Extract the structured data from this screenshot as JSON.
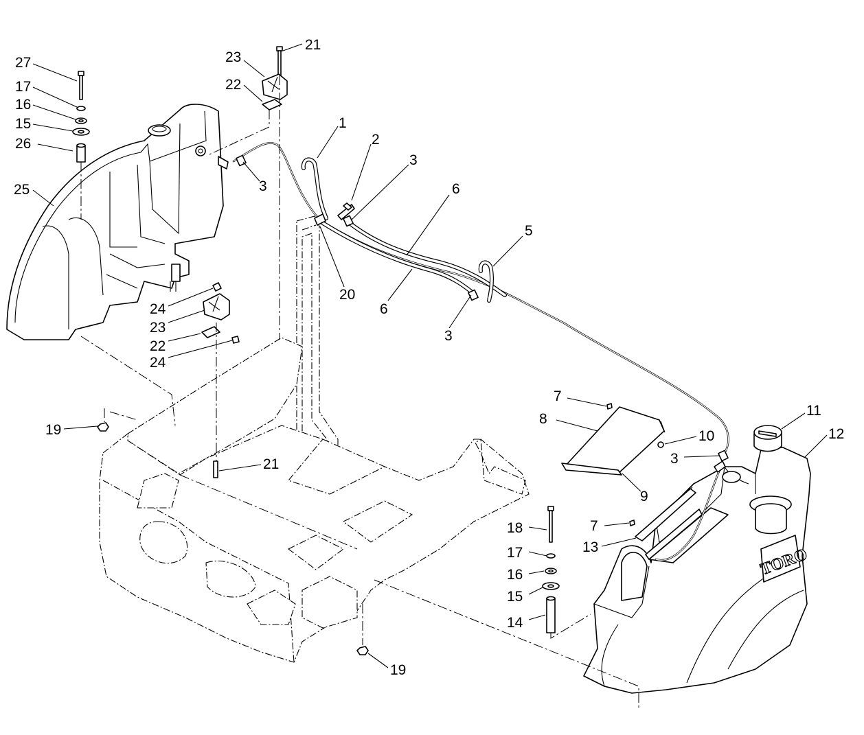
{
  "logo": {
    "text": "TORO"
  },
  "callouts": [
    {
      "id": "c1",
      "label": "1"
    },
    {
      "id": "c2",
      "label": "2"
    },
    {
      "id": "c3a",
      "label": "3"
    },
    {
      "id": "c3b",
      "label": "3"
    },
    {
      "id": "c3c",
      "label": "3"
    },
    {
      "id": "c3d",
      "label": "3"
    },
    {
      "id": "c5",
      "label": "5"
    },
    {
      "id": "c6a",
      "label": "6"
    },
    {
      "id": "c6b",
      "label": "6"
    },
    {
      "id": "c7a",
      "label": "7"
    },
    {
      "id": "c7b",
      "label": "7"
    },
    {
      "id": "c8",
      "label": "8"
    },
    {
      "id": "c9",
      "label": "9"
    },
    {
      "id": "c10",
      "label": "10"
    },
    {
      "id": "c11",
      "label": "11"
    },
    {
      "id": "c12",
      "label": "12"
    },
    {
      "id": "c13",
      "label": "13"
    },
    {
      "id": "c14",
      "label": "14"
    },
    {
      "id": "c15a",
      "label": "15"
    },
    {
      "id": "c15b",
      "label": "15"
    },
    {
      "id": "c16a",
      "label": "16"
    },
    {
      "id": "c16b",
      "label": "16"
    },
    {
      "id": "c17a",
      "label": "17"
    },
    {
      "id": "c17b",
      "label": "17"
    },
    {
      "id": "c18",
      "label": "18"
    },
    {
      "id": "c19a",
      "label": "19"
    },
    {
      "id": "c19b",
      "label": "19"
    },
    {
      "id": "c20",
      "label": "20"
    },
    {
      "id": "c21a",
      "label": "21"
    },
    {
      "id": "c21b",
      "label": "21"
    },
    {
      "id": "c22a",
      "label": "22"
    },
    {
      "id": "c22b",
      "label": "22"
    },
    {
      "id": "c23a",
      "label": "23"
    },
    {
      "id": "c23b",
      "label": "23"
    },
    {
      "id": "c24a",
      "label": "24"
    },
    {
      "id": "c24b",
      "label": "24"
    },
    {
      "id": "c25",
      "label": "25"
    },
    {
      "id": "c26",
      "label": "26"
    },
    {
      "id": "c27",
      "label": "27"
    }
  ]
}
